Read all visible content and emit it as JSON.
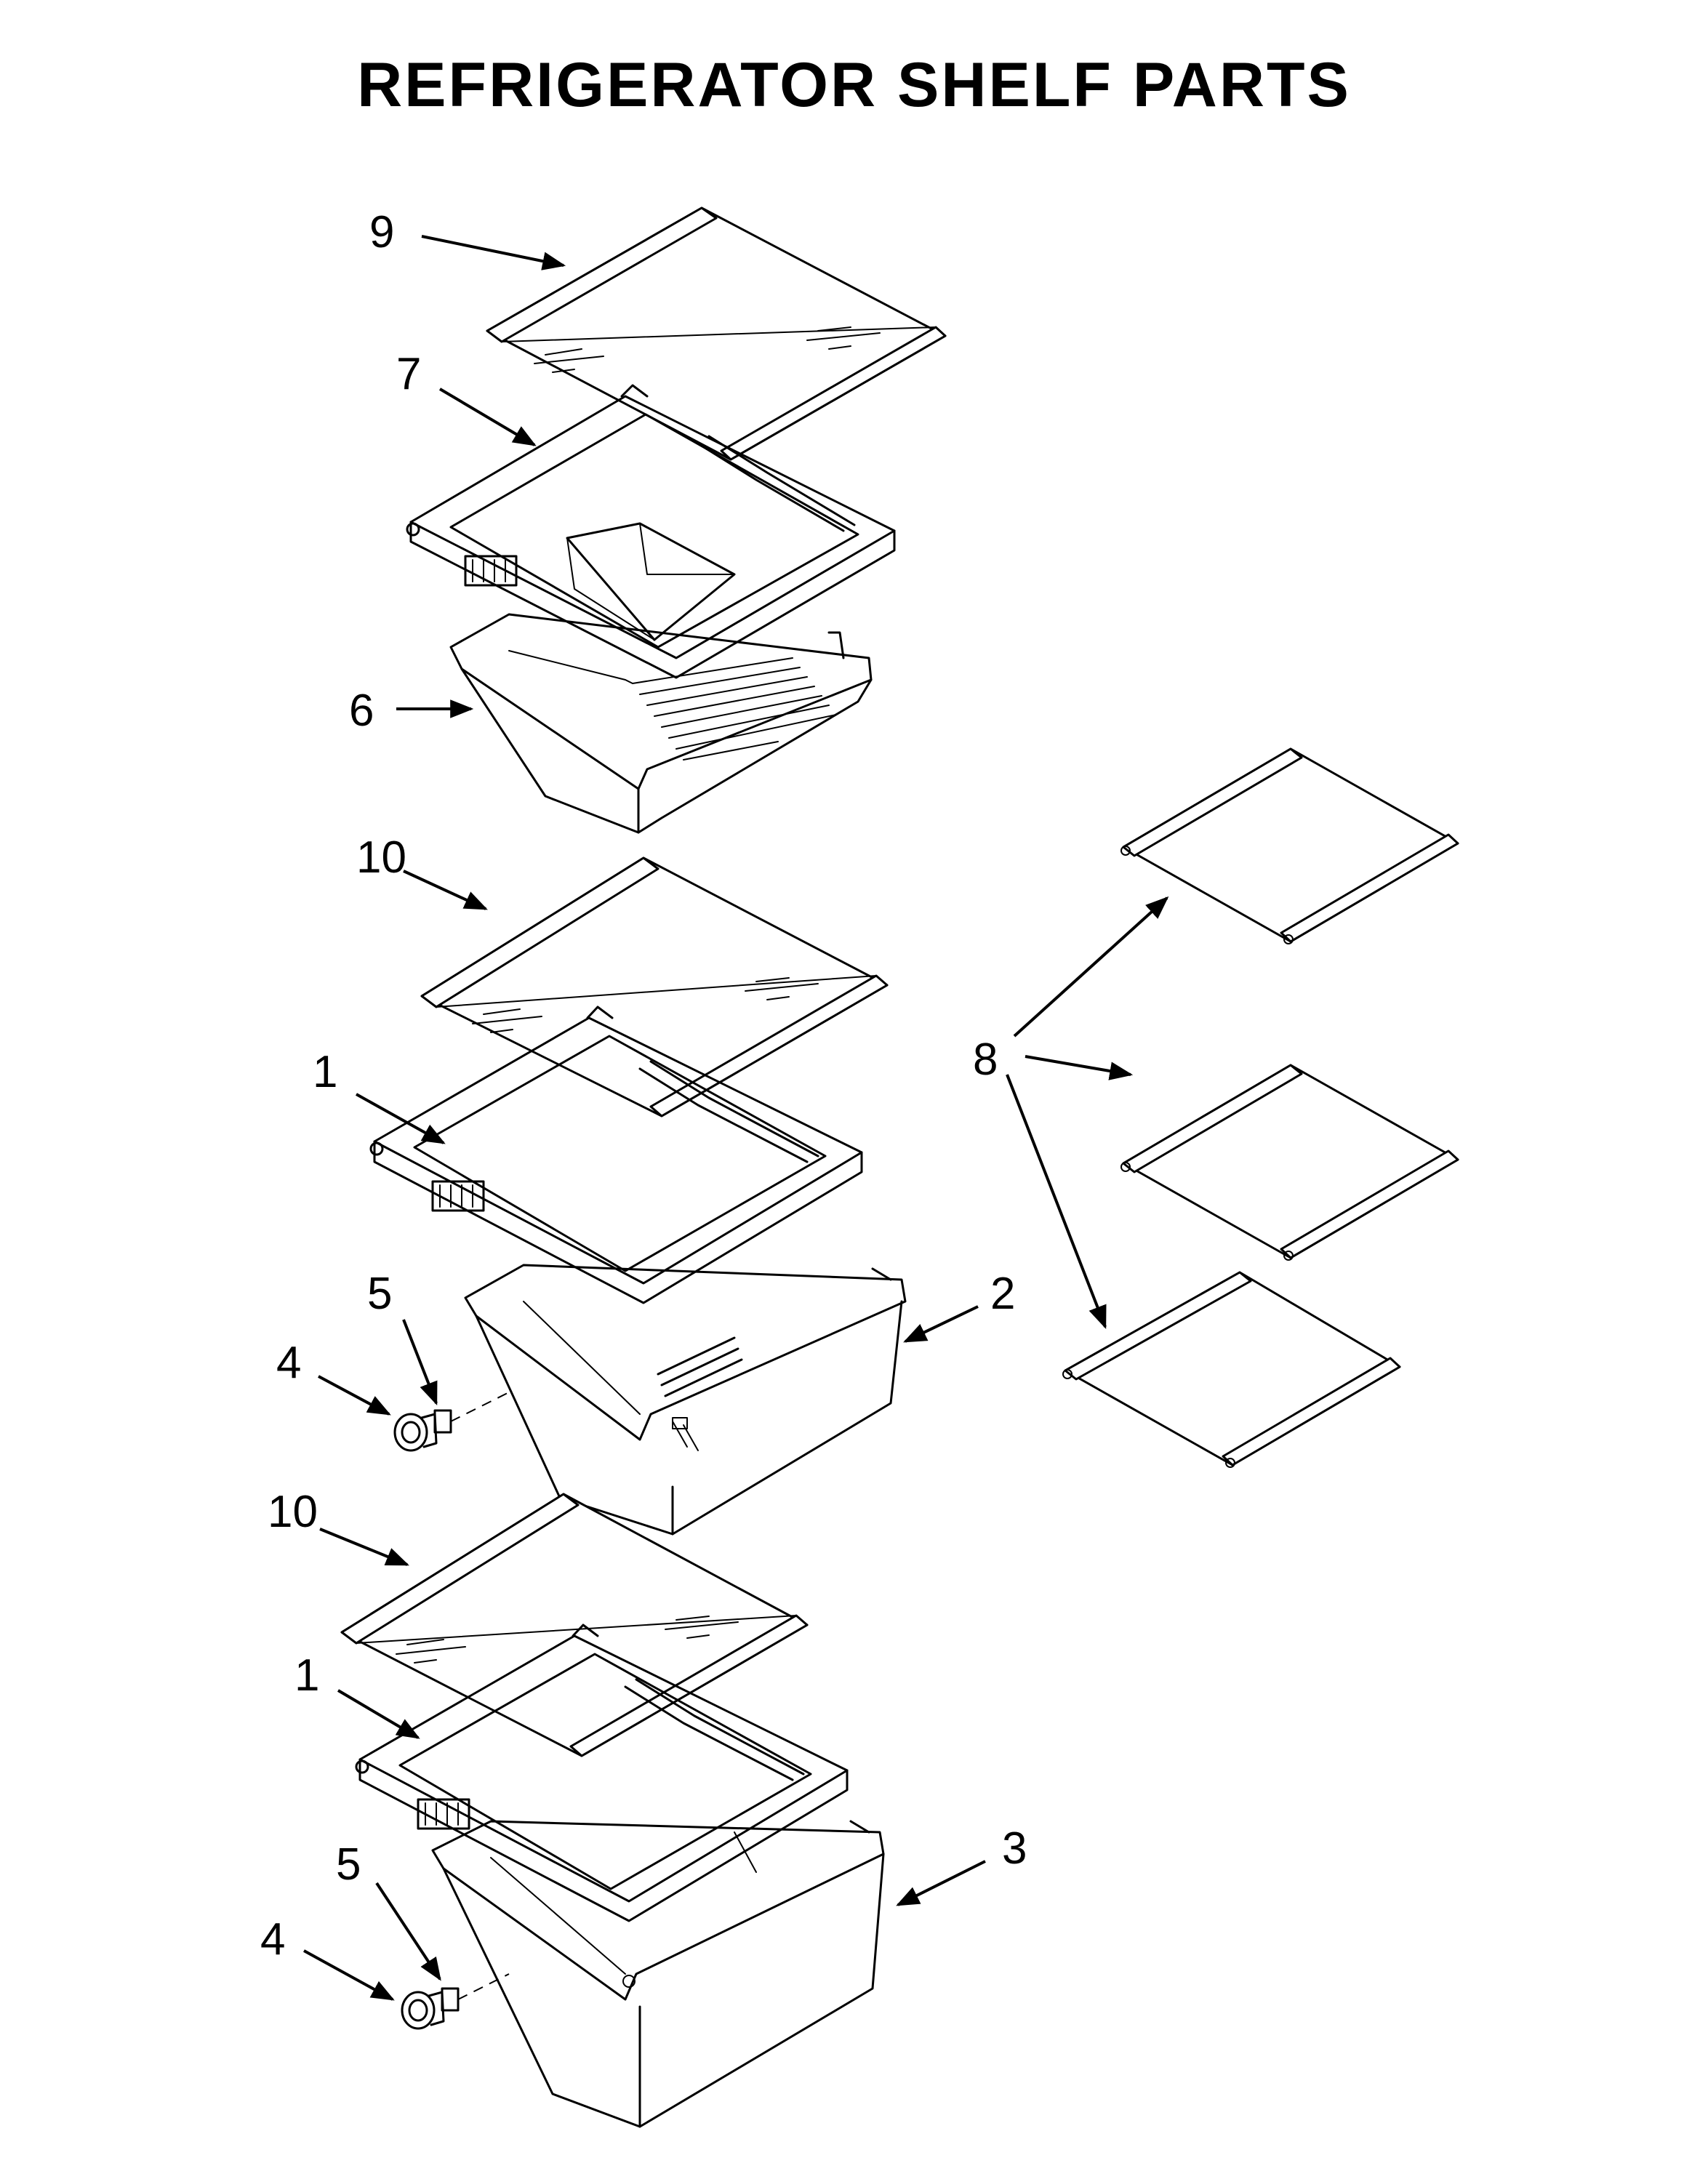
{
  "title": "REFRIGERATOR SHELF PARTS",
  "callouts": {
    "p9": "9",
    "p7": "7",
    "p6": "6",
    "p10a": "10",
    "p1a": "1",
    "p5a": "5",
    "p4a": "4",
    "p2": "2",
    "p10b": "10",
    "p1b": "1",
    "p5b": "5",
    "p4b": "4",
    "p3": "3",
    "p8": "8"
  }
}
